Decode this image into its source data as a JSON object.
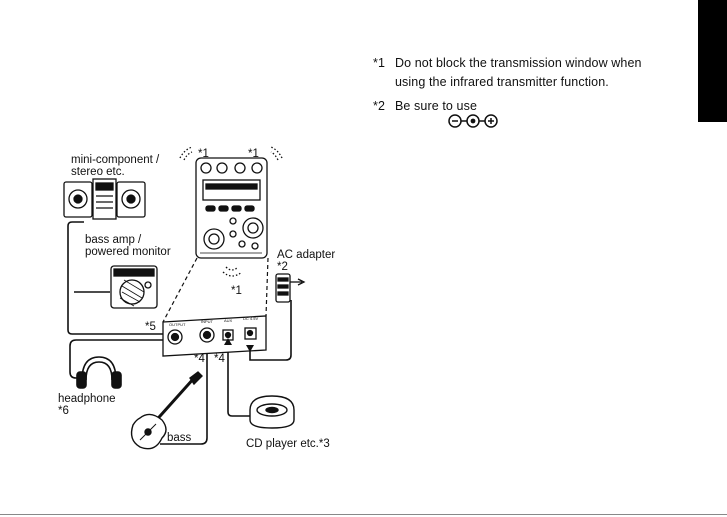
{
  "notes": [
    {
      "mark": "*1",
      "line1": "Do not block the transmission window when",
      "line2": "using the infrared transmitter function."
    },
    {
      "mark": "*2",
      "line1": "Be sure to use",
      "polarity_symbol": "⊖●⊕"
    }
  ],
  "diagram": {
    "labels": {
      "stereo": [
        "mini-component /",
        "stereo etc."
      ],
      "amp": [
        "bass amp /",
        "powered monitor"
      ],
      "ac_adapter": [
        "AC adapter",
        "*2"
      ],
      "headphone": [
        "headphone",
        "*6"
      ],
      "bass": "bass",
      "cd_player": "CD player etc.*3",
      "ir_top_left": "*1",
      "ir_top_right": "*1",
      "ir_bottom": "*1",
      "mark_5": "*5",
      "mark_4a": "*4",
      "mark_4b": "*4"
    },
    "panel_jacks": [
      "OUTPUT",
      "INPUT",
      "AUX",
      "DC 4.5V"
    ]
  },
  "colors": {
    "ink": "#111111",
    "tab": "#000000"
  }
}
